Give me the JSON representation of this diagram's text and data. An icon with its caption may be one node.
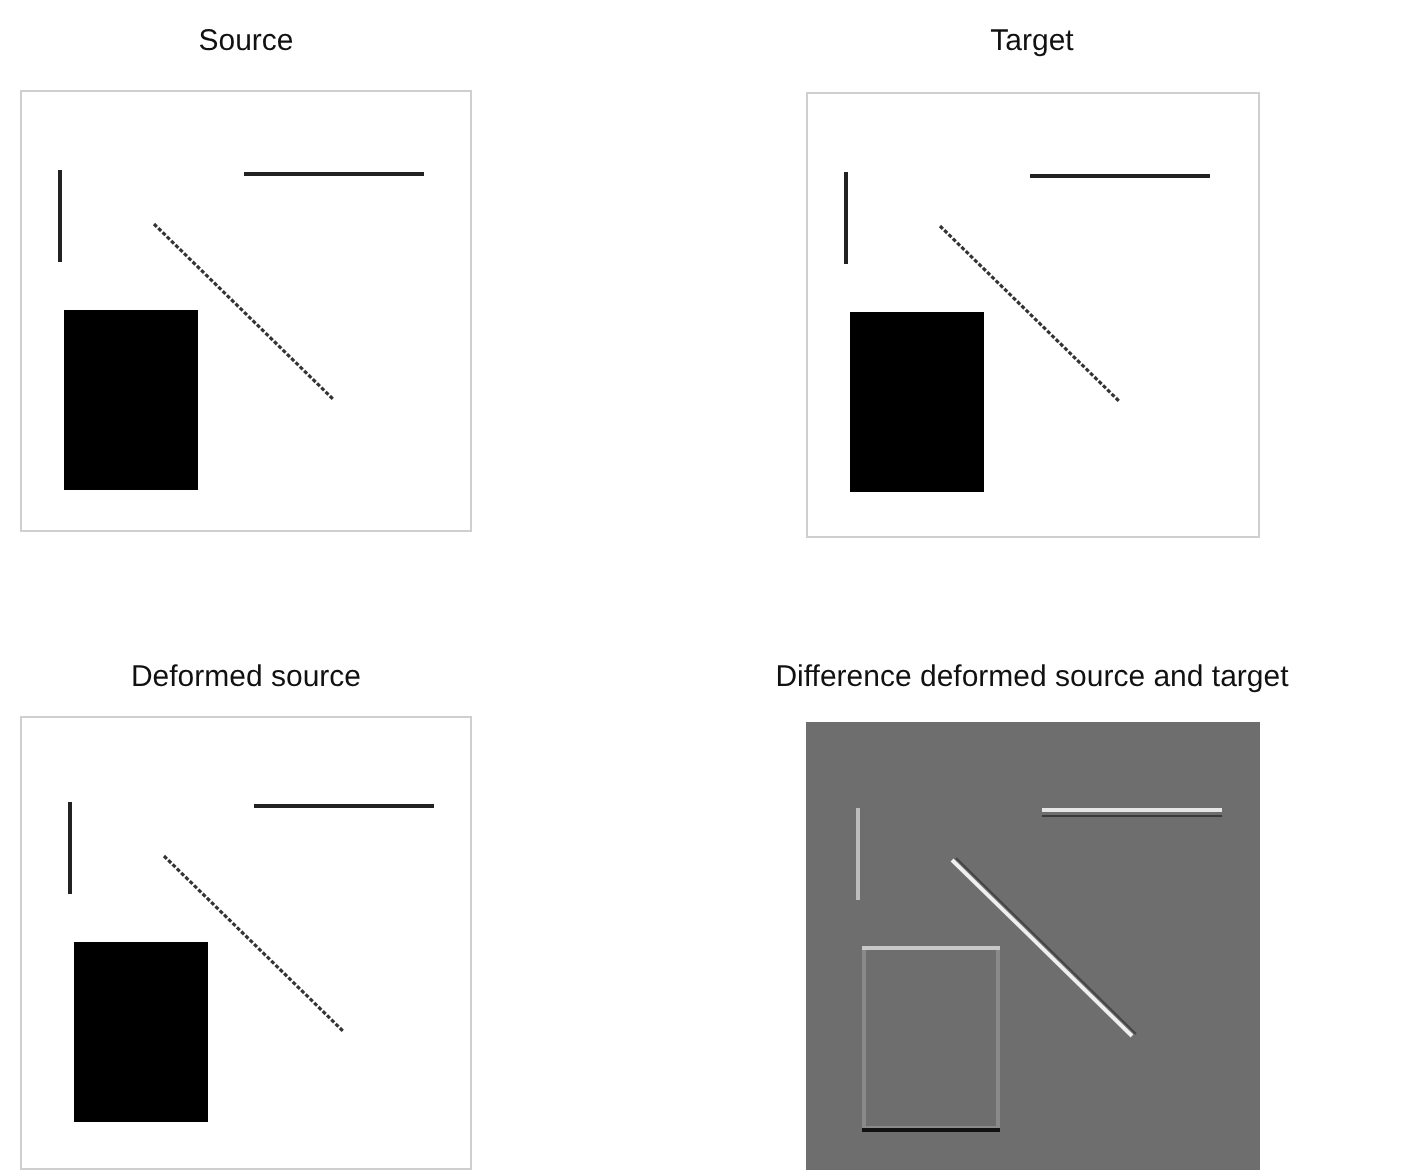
{
  "diagram": {
    "nodes": [
      {
        "text": [
          "Source"
        ]
      },
      {
        "text": [
          "Target"
        ]
      },
      {
        "text": [
          "Deformed source"
        ]
      },
      {
        "text": [
          "Difference deformed source and target"
        ]
      }
    ]
  }
}
